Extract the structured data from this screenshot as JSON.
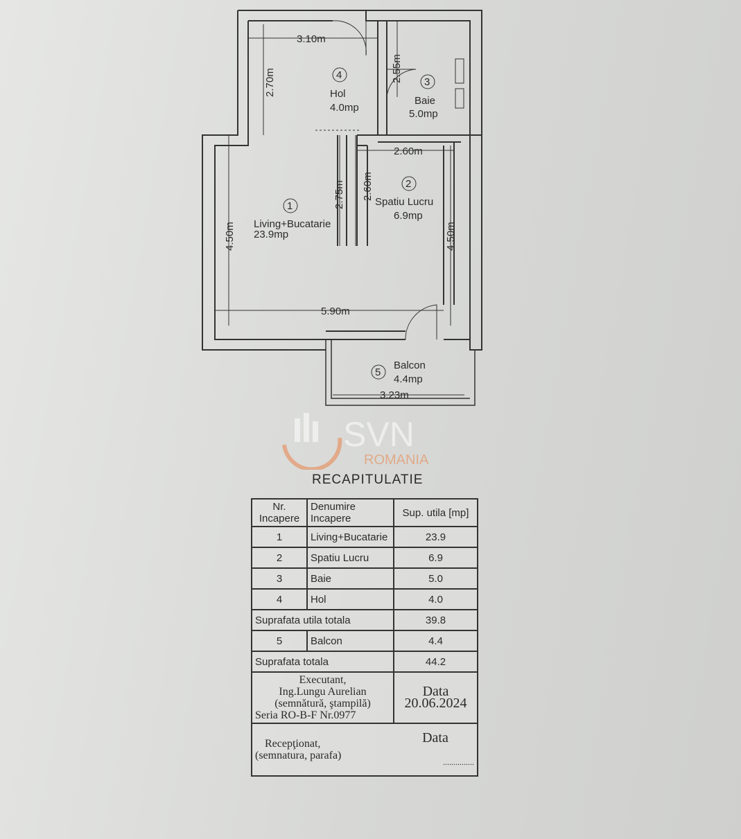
{
  "plan": {
    "rooms": [
      {
        "nr": "1",
        "name": "Living+Bucatarie",
        "area": "23.9mp"
      },
      {
        "nr": "2",
        "name": "Spatiu Lucru",
        "area": "6.9mp"
      },
      {
        "nr": "3",
        "name": "Baie",
        "area": "5.0mp"
      },
      {
        "nr": "4",
        "name": "Hol",
        "area": "4.0mp"
      },
      {
        "nr": "5",
        "name": "Balcon",
        "area": "4.4mp"
      }
    ],
    "dimensions": {
      "hol_width": "3.10m",
      "hol_height": "2.70m",
      "baie_height": "2.55m",
      "lucru_width": "2.60m",
      "partition_275": "2.75m",
      "lucru_height_260": "2.60m",
      "living_height": "4.50m",
      "lucru_height_450": "4.50m",
      "living_width": "5.90m",
      "balcon_width": "3.23m"
    }
  },
  "watermark": {
    "brand": "SVN",
    "sub": "ROMANIA",
    "accent": "#e8834a"
  },
  "recap": {
    "title": "RECAPITULATIE",
    "headers": {
      "nr": "Nr. Incapere",
      "name": "Denumire Incapere",
      "area": "Sup. utila [mp]"
    },
    "rows": [
      {
        "nr": "1",
        "name": "Living+Bucatarie",
        "area": "23.9"
      },
      {
        "nr": "2",
        "name": "Spatiu Lucru",
        "area": "6.9"
      },
      {
        "nr": "3",
        "name": "Baie",
        "area": "5.0"
      },
      {
        "nr": "4",
        "name": "Hol",
        "area": "4.0"
      }
    ],
    "subtotal_label": "Suprafata utila totala",
    "subtotal": "39.8",
    "balcon": {
      "nr": "5",
      "name": "Balcon",
      "area": "4.4"
    },
    "total_label": "Suprafata totala",
    "total": "44.2",
    "executant": {
      "label": "Executant,",
      "name": "Ing.Lungu Aurelian",
      "sign": "(semnătură, ştampilă)",
      "serie": "Seria RO-B-F Nr.0977",
      "date_label": "Data",
      "date": "20.06.2024"
    },
    "receptionat": {
      "label": "Recepţionat,",
      "sign": "(semnatura, parafa)",
      "date_label": "Data",
      "dots": "..............."
    }
  }
}
